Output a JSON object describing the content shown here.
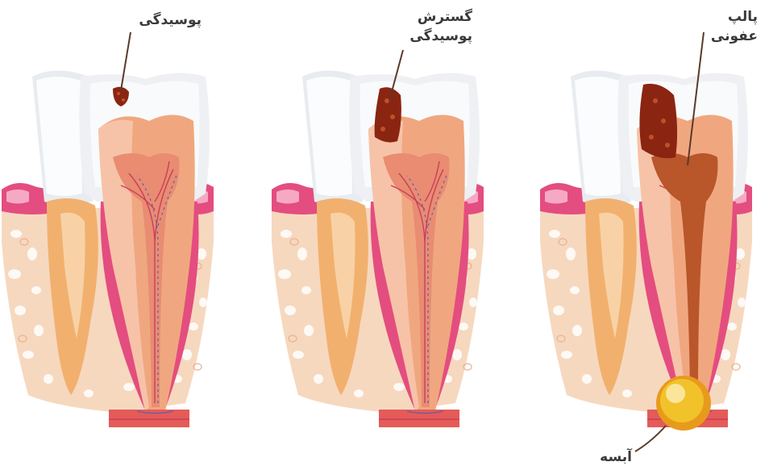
{
  "labels": {
    "decay": "پوسیدگی",
    "spread_line1": "گسترش",
    "spread_line2": "پوسیدگی",
    "pulp_line1": "پالپ",
    "pulp_line2": "عفونی",
    "abscess": "آبسه"
  },
  "stages": [
    "caries",
    "spread-of-caries",
    "infected-pulp-with-abscess"
  ],
  "colors": {
    "enamel": "#eef0f3",
    "dentin": "#f0a77f",
    "dentin_light": "#f6c3a8",
    "pulp": "#e98c72",
    "infected_pulp": "#b9562a",
    "caries": "#8a2512",
    "gum": "#e44d7f",
    "bone": "#f6d8bf",
    "abscess": "#f2c22a"
  }
}
